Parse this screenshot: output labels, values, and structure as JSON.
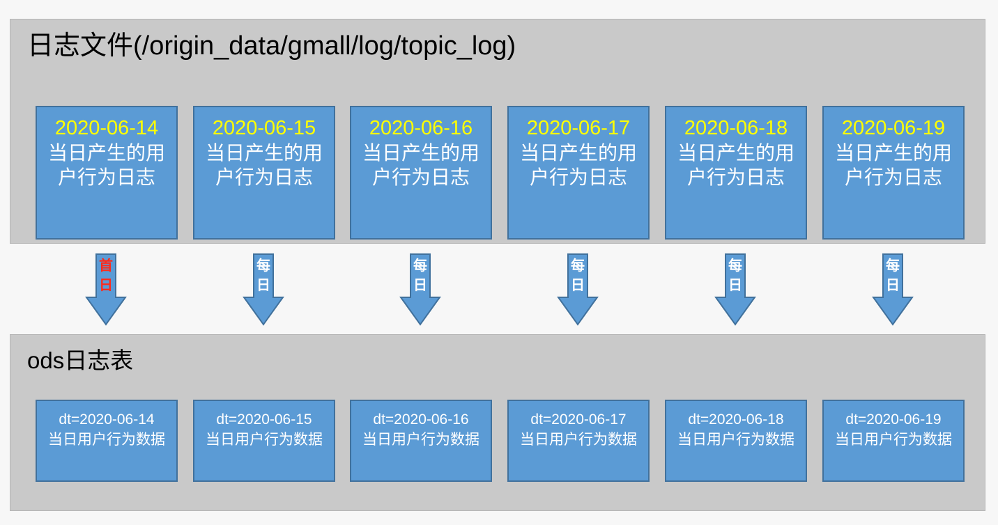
{
  "diagram": {
    "type": "flow",
    "background_color": "#f7f7f7",
    "group_color": "#c9c9c9",
    "box_color": "#5b9bd5",
    "box_border_color": "#41719c",
    "highlight_date_color": "#ffff00",
    "first_day_label_color": "#ff2a1a",
    "daily_label_color": "#ffffff"
  },
  "log_group": {
    "title": "日志文件(/origin_data/gmall/log/topic_log)",
    "boxes": [
      {
        "date": "2020-06-14",
        "desc": "当日产生的用户行为日志"
      },
      {
        "date": "2020-06-15",
        "desc": "当日产生的用户行为日志"
      },
      {
        "date": "2020-06-16",
        "desc": "当日产生的用户行为日志"
      },
      {
        "date": "2020-06-17",
        "desc": "当日产生的用户行为日志"
      },
      {
        "date": "2020-06-18",
        "desc": "当日产生的用户行为日志"
      },
      {
        "date": "2020-06-19",
        "desc": "当日产生的用户行为日志"
      }
    ]
  },
  "arrows": [
    {
      "char1": "首",
      "char2": "日",
      "kind": "first-day"
    },
    {
      "char1": "每",
      "char2": "日",
      "kind": "daily"
    },
    {
      "char1": "每",
      "char2": "日",
      "kind": "daily"
    },
    {
      "char1": "每",
      "char2": "日",
      "kind": "daily"
    },
    {
      "char1": "每",
      "char2": "日",
      "kind": "daily"
    },
    {
      "char1": "每",
      "char2": "日",
      "kind": "daily"
    }
  ],
  "ods_group": {
    "title": "ods日志表",
    "boxes": [
      {
        "date": "dt=2020-06-14",
        "desc": "当日用户行为数据"
      },
      {
        "date": "dt=2020-06-15",
        "desc": "当日用户行为数据"
      },
      {
        "date": "dt=2020-06-16",
        "desc": "当日用户行为数据"
      },
      {
        "date": "dt=2020-06-17",
        "desc": "当日用户行为数据"
      },
      {
        "date": "dt=2020-06-18",
        "desc": "当日用户行为数据"
      },
      {
        "date": "dt=2020-06-19",
        "desc": "当日用户行为数据"
      }
    ]
  }
}
